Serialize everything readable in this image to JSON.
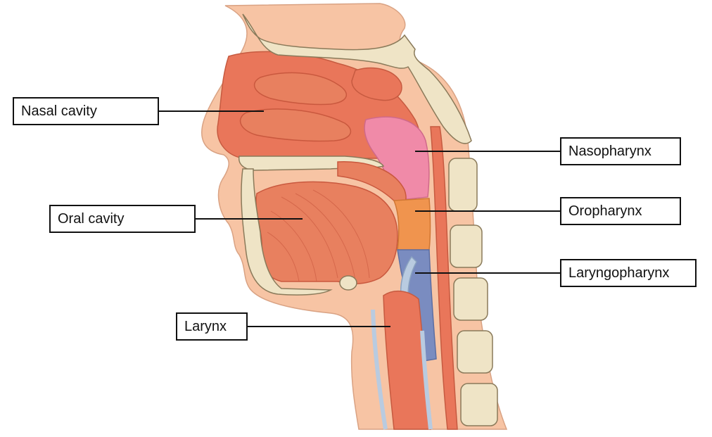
{
  "labels": {
    "nasal_cavity": "Nasal cavity",
    "oral_cavity": "Oral cavity",
    "larynx": "Larynx",
    "nasopharynx": "Nasopharynx",
    "oropharynx": "Oropharynx",
    "laryngopharynx": "Laryngopharynx"
  },
  "colors": {
    "skin": "#f7c4a4",
    "flesh": "#e9765a",
    "muscle": "#e8805f",
    "bone": "#efe4c6",
    "bone_edge": "#8a7a5a",
    "nasopharynx": "#f08aa8",
    "oropharynx": "#f0944e",
    "laryngopharynx": "#7a8cc0",
    "cartilage": "#b9cbe0"
  }
}
